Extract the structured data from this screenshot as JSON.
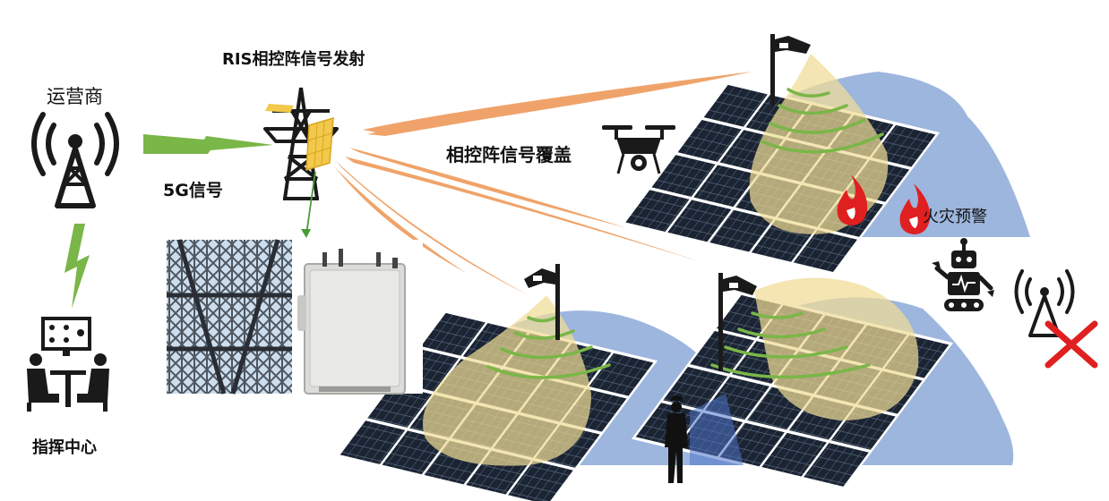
{
  "labels": {
    "operator": "运营商",
    "ris_transmit": "RIS相控阵信号发射",
    "signal_5g": "5G信号",
    "phased_coverage": "相控阵信号覆盖",
    "fire_warning": "火灾预警",
    "command_center": "指挥中心"
  },
  "colors": {
    "beam": "#ee9a5a",
    "signal_green": "#7ab648",
    "hill": "#9db6de",
    "coverage": "#f0dc96",
    "panel": "#1b2433",
    "fire": "#e02020",
    "cross": "#e02020",
    "icon_dark": "#1a1a1a"
  },
  "icons": [
    "cell-tower-icon",
    "transmission-tower-icon",
    "drone-icon",
    "robot-icon",
    "command-center-icon",
    "fire-icon",
    "camera-pole-icon",
    "worker-icon",
    "disabled-tower-icon"
  ]
}
